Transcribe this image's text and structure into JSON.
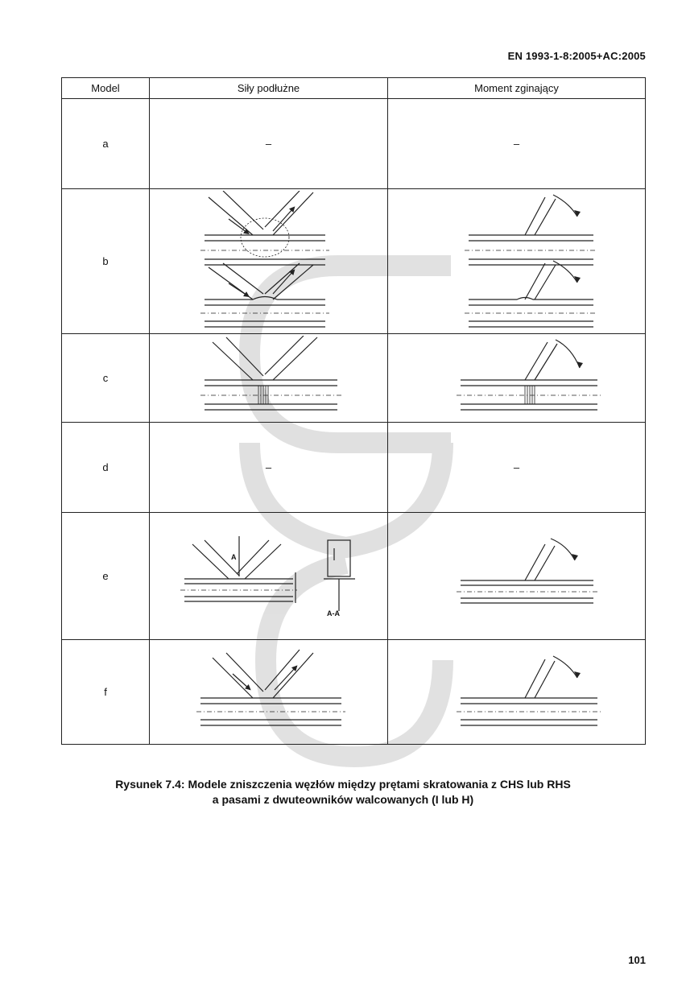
{
  "header": {
    "standard": "EN 1993-1-8:2005+AC:2005"
  },
  "table": {
    "columns": [
      "Model",
      "Siły podłużne",
      "Moment zginający"
    ],
    "rows": [
      {
        "label": "a",
        "axial": "–",
        "moment": "–"
      },
      {
        "label": "b"
      },
      {
        "label": "c"
      },
      {
        "label": "d",
        "axial": "–",
        "moment": "–"
      },
      {
        "label": "e",
        "section_mark": "A",
        "section_label": "A-A"
      },
      {
        "label": "f"
      }
    ]
  },
  "caption": {
    "line1": "Rysunek 7.4: Modele zniszczenia węzłów między prętami skratowania z CHS lub RHS",
    "line2": "a pasami z dwuteowników walcowanych (I lub H)"
  },
  "page_number": "101"
}
